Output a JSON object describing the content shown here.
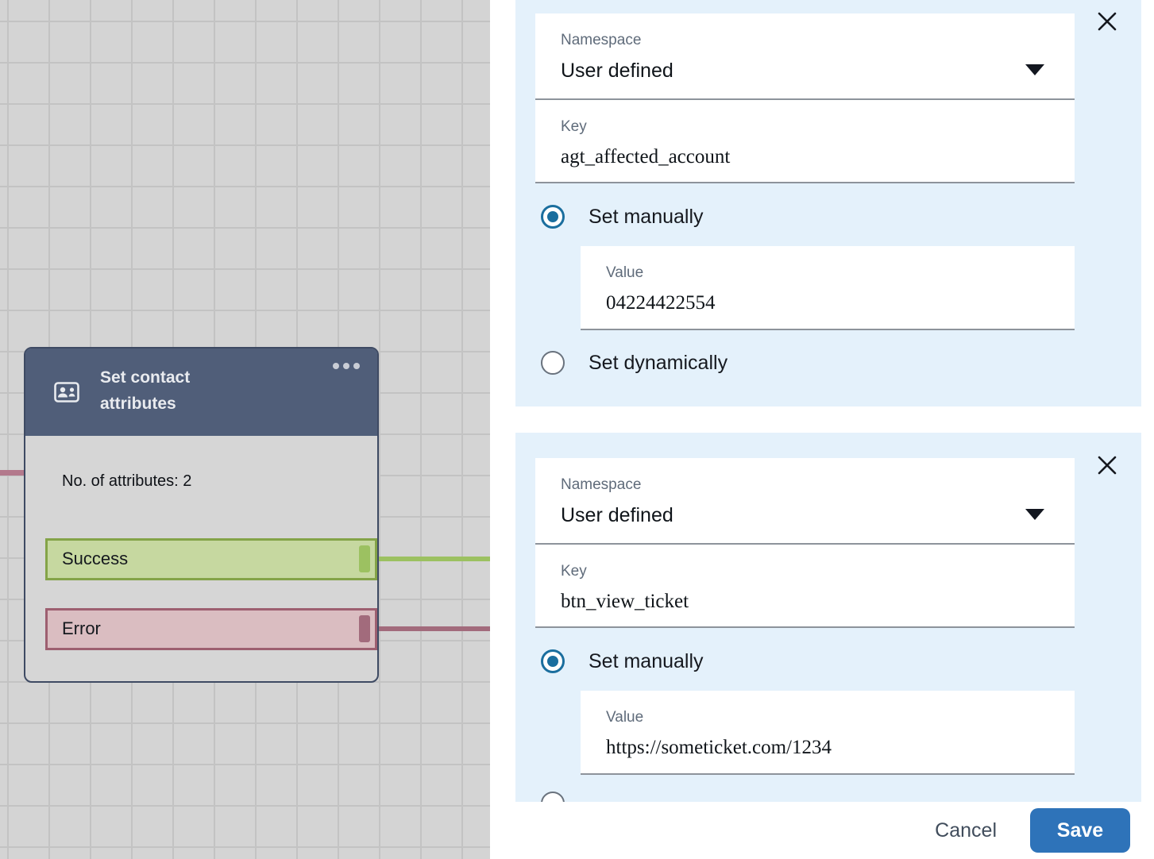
{
  "colors": {
    "canvas_bg": "#d4d4d4",
    "node_header": "#505e79",
    "success": "#9cc161",
    "error": "#a26b7c",
    "input_arrow": "#b3798c",
    "section_bg": "#e4f1fb",
    "primary_blue": "#2e73b9",
    "radio_blue": "#1a6e9e"
  },
  "icons": {
    "contacts": "contacts-icon",
    "ellipsis_menu": "ellipsis-icon",
    "dropdown": "chevron-down-icon",
    "close": "close-icon"
  },
  "canvas": {
    "node": {
      "title": "Set contact attributes",
      "summary": "No. of attributes: 2",
      "outputs": [
        {
          "label": "Success"
        },
        {
          "label": "Error"
        }
      ]
    }
  },
  "panel": {
    "sections": [
      {
        "namespace": {
          "label": "Namespace",
          "value": "User defined"
        },
        "key": {
          "label": "Key",
          "value": "agt_affected_account"
        },
        "set_manually": {
          "label": "Set manually",
          "selected": true
        },
        "value": {
          "label": "Value",
          "value": "04224422554"
        },
        "set_dynamically": {
          "label": "Set dynamically",
          "selected": false
        }
      },
      {
        "namespace": {
          "label": "Namespace",
          "value": "User defined"
        },
        "key": {
          "label": "Key",
          "value": "btn_view_ticket"
        },
        "set_manually": {
          "label": "Set manually",
          "selected": true
        },
        "value": {
          "label": "Value",
          "value": "https://someticket.com/1234"
        },
        "set_dynamically": {
          "selected": false
        }
      }
    ],
    "footer": {
      "cancel": "Cancel",
      "save": "Save"
    }
  }
}
